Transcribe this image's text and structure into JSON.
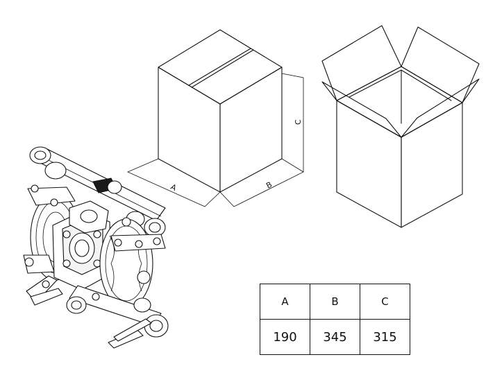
{
  "dimension_labels": {
    "a": "A",
    "b": "B",
    "c": "C"
  },
  "dimension_table": {
    "headers": [
      "A",
      "B",
      "C"
    ],
    "values": [
      "190",
      "345",
      "315"
    ]
  }
}
